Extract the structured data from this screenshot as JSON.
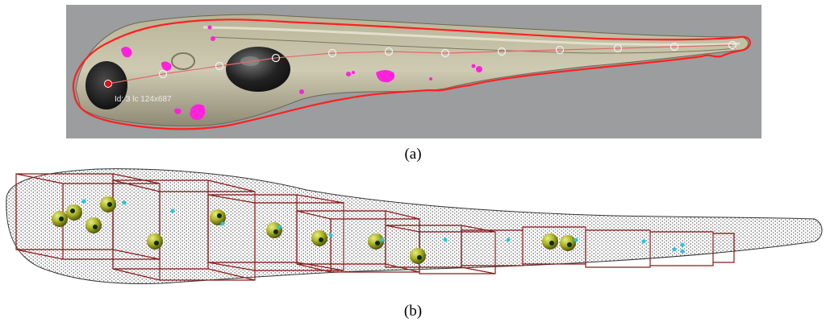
{
  "figure": {
    "panels": [
      {
        "id": "a",
        "caption": "(a)",
        "image_label": "Id: 3 lc 124x687",
        "colors": {
          "background": "#9b9d9e",
          "outline": "#ff2020",
          "marker": "#ff22dd",
          "point": "#e01010",
          "body": "#a9a58d"
        }
      },
      {
        "id": "b",
        "caption": "(b)",
        "colors": {
          "mesh": "#555555",
          "boxes": "#8b1a1a",
          "spheres": "#9aa320",
          "dots": "#22c8e6"
        }
      }
    ]
  }
}
